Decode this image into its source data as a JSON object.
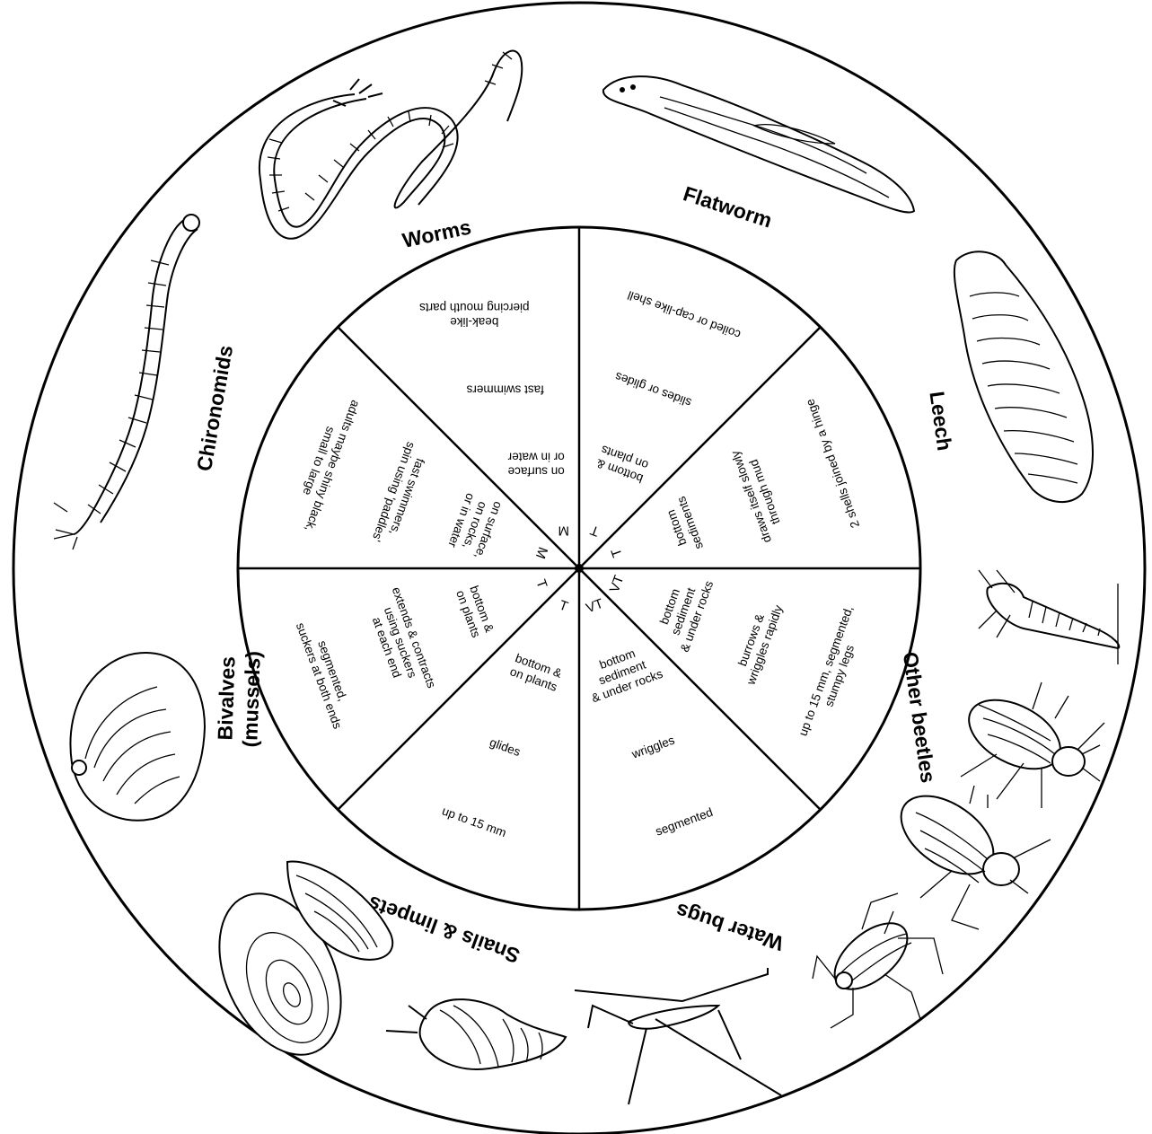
{
  "organisms": [
    {
      "id": "worms",
      "label": "Worms"
    },
    {
      "id": "flatworm",
      "label": "Flatworm"
    },
    {
      "id": "leech",
      "label": "Leech"
    },
    {
      "id": "other-beetles",
      "label": "Other beetles"
    },
    {
      "id": "water-bugs",
      "label": "Water bugs"
    },
    {
      "id": "snails-limpets",
      "label": "Snails & limpets"
    },
    {
      "id": "bivalves",
      "label_line1": "Bivalves",
      "label_line2": "(mussels)"
    },
    {
      "id": "chironomids",
      "label": "Chironomids"
    }
  ],
  "sectors": [
    {
      "id": "top-left",
      "code": "M",
      "outer": [
        "beak-like",
        "piercing mouth parts"
      ],
      "middle": [
        "fast swimmers"
      ],
      "inner": [
        "on surface",
        "or in water"
      ]
    },
    {
      "id": "top-right",
      "code": "T",
      "outer": [
        "coiled or cap-like shell"
      ],
      "middle": [
        "slides or glides"
      ],
      "inner": [
        "bottom &",
        "on plants"
      ]
    },
    {
      "id": "right-upper",
      "code": "T",
      "outer": [
        "2 shells joined by a hinge"
      ],
      "middle": [
        "draws itself slowly",
        "through mud"
      ],
      "inner": [
        "bottom",
        "sediments"
      ]
    },
    {
      "id": "right-lower",
      "code": "VT",
      "outer": [
        "up to 15 mm, segmented,",
        "stumpy legs"
      ],
      "middle": [
        "burrows &",
        "wriggles rapidly"
      ],
      "inner": [
        "bottom",
        "sediment",
        "& under rocks"
      ]
    },
    {
      "id": "bottom-right",
      "code": "VT",
      "outer": [
        "segmented"
      ],
      "middle": [
        "wriggles"
      ],
      "inner": [
        "bottom",
        "sediment",
        "& under rocks"
      ]
    },
    {
      "id": "bottom-left",
      "code": "T",
      "outer": [
        "up to 15 mm"
      ],
      "middle": [
        "glides"
      ],
      "inner": [
        "bottom &",
        "on plants"
      ]
    },
    {
      "id": "left-lower",
      "code": "T",
      "outer": [
        "segmented,",
        "suckers at both ends"
      ],
      "middle": [
        "extends & contracts",
        "using suckers",
        "at each end"
      ],
      "inner": [
        "bottom &",
        "on plants"
      ]
    },
    {
      "id": "left-upper",
      "code": "M",
      "outer": [
        "adults maybe shiny black,",
        "small to large"
      ],
      "middle": [
        "fast swimmers,",
        "spin using 'paddles'"
      ],
      "inner": [
        "on surface,",
        "on rocks,",
        "or in water"
      ]
    }
  ]
}
